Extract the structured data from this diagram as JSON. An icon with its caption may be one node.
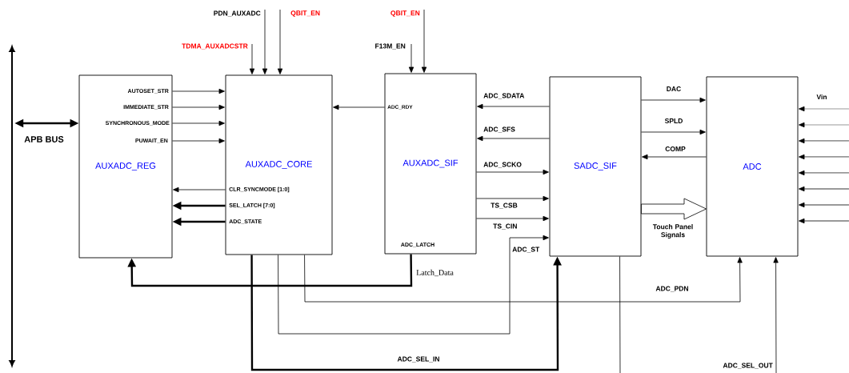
{
  "diagram": {
    "nodes": [
      {
        "text": [
          "AUXADC_REG"
        ]
      },
      {
        "text": [
          "AUXADC_CORE"
        ]
      },
      {
        "text": [
          "AUXADC_SIF"
        ]
      },
      {
        "text": [
          "SADC_SIF"
        ]
      },
      {
        "text": [
          "ADC"
        ]
      },
      {
        "text": [],
        "shape": "bar"
      }
    ],
    "edges": [
      {
        "from": 5,
        "to": 0,
        "arrow": "both",
        "label": "APB BUS",
        "style": "thick"
      },
      {
        "from": null,
        "to": 1,
        "arrow": "to",
        "label": "TDMA_AUXADCSTR"
      },
      {
        "from": null,
        "to": 1,
        "arrow": "to",
        "label": "PDN_AUXADC"
      },
      {
        "from": null,
        "to": 1,
        "arrow": "to",
        "label": "QBIT_EN"
      },
      {
        "from": null,
        "to": 2,
        "arrow": "to",
        "label": "F13M_EN"
      },
      {
        "from": null,
        "to": 2,
        "arrow": "to",
        "label": "QBIT_EN"
      },
      {
        "from": 0,
        "to": 1,
        "arrow": "to",
        "label": "AUTOSET_STR"
      },
      {
        "from": 0,
        "to": 1,
        "arrow": "to",
        "label": "IMMEDIATE_STR"
      },
      {
        "from": 0,
        "to": 1,
        "arrow": "to",
        "label": "SYNCHRONOUS_MODE"
      },
      {
        "from": 0,
        "to": 1,
        "arrow": "to",
        "label": "PUWAIT_EN"
      },
      {
        "from": 1,
        "to": 0,
        "arrow": "to",
        "label": "CLR_SYNCMODE [1:0]"
      },
      {
        "from": 1,
        "to": 0,
        "arrow": "to",
        "label": "SEL_LATCH [7:0]",
        "style": "thick"
      },
      {
        "from": 1,
        "to": 0,
        "arrow": "to",
        "label": "ADC_STATE",
        "style": "thick"
      },
      {
        "from": 2,
        "to": 1,
        "arrow": "to",
        "label": "ADC_RDY"
      },
      {
        "from": 3,
        "to": 2,
        "arrow": "to",
        "label": "ADC_SDATA"
      },
      {
        "from": 3,
        "to": 2,
        "arrow": "to",
        "label": "ADC_SFS"
      },
      {
        "from": 2,
        "to": 3,
        "arrow": "to",
        "label": "ADC_SCKO"
      },
      {
        "from": 2,
        "to": 3,
        "arrow": "to",
        "label": "TS_CSB"
      },
      {
        "from": 2,
        "to": 3,
        "arrow": "to",
        "label": "TS_CIN"
      },
      {
        "from": 1,
        "to": 3,
        "arrow": "to",
        "label": "ADC_ST"
      },
      {
        "from": 1,
        "to": 4,
        "arrow": "to",
        "label": "ADC_PDN"
      },
      {
        "from": 1,
        "to": 3,
        "arrow": "to",
        "label": "ADC_SEL_IN",
        "style": "thick"
      },
      {
        "from": 2,
        "to": 0,
        "arrow": "to",
        "label": "Latch_Data",
        "style": "thick"
      },
      {
        "from": 3,
        "to": 4,
        "arrow": "to",
        "label": "DAC"
      },
      {
        "from": 3,
        "to": 4,
        "arrow": "to",
        "label": "SPLD"
      },
      {
        "from": 4,
        "to": 3,
        "arrow": "to",
        "label": "COMP"
      },
      {
        "from": 3,
        "to": 4,
        "arrow": "to",
        "label": "Touch Panel Signals"
      },
      {
        "from": null,
        "to": 4,
        "arrow": "to",
        "label": "ADC_SEL_OUT"
      },
      {
        "from": 3,
        "to": null,
        "arrow": "none"
      },
      {
        "from": null,
        "to": 4,
        "arrow": "to",
        "label": "Vin"
      },
      {
        "from": null,
        "to": 4,
        "arrow": "to"
      },
      {
        "from": null,
        "to": 4,
        "arrow": "to"
      },
      {
        "from": null,
        "to": 4,
        "arrow": "to"
      },
      {
        "from": null,
        "to": 4,
        "arrow": "to"
      },
      {
        "from": null,
        "to": 4,
        "arrow": "to"
      },
      {
        "from": null,
        "to": 4,
        "arrow": "to"
      },
      {
        "from": null,
        "to": 4,
        "arrow": "to"
      }
    ],
    "labels": [
      "ADC_LATCH"
    ]
  }
}
